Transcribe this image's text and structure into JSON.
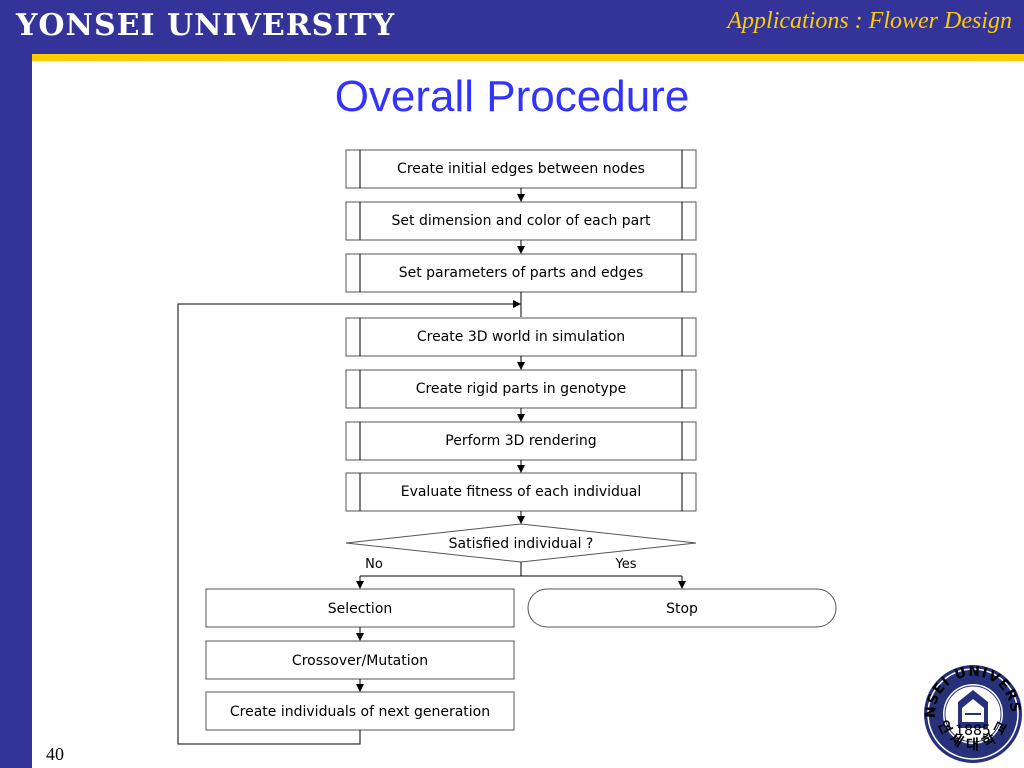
{
  "header": {
    "university": "YONSEI UNIVERSITY",
    "subject": "Applications : Flower Design"
  },
  "slide": {
    "title": "Overall Procedure",
    "page_number": "40"
  },
  "flowchart": {
    "steps": [
      "Create initial edges between nodes",
      "Set dimension and color of each part",
      "Set parameters of parts and edges",
      "Create 3D world in simulation",
      "Create rigid parts in genotype",
      "Perform 3D rendering",
      "Evaluate fitness of each individual"
    ],
    "decision": "Satisfied individual ?",
    "branch_no": "No",
    "branch_yes": "Yes",
    "loop_steps": [
      "Selection",
      "Crossover/Mutation",
      "Create individuals of next generation"
    ],
    "terminal": "Stop"
  },
  "seal": {
    "top_text": "YONSEI UNIVERSITY",
    "year": "1885",
    "bottom_text": "연 세 대 학 교"
  },
  "colors": {
    "header_bar": "#333399",
    "accent_line": "#ffcc00",
    "title": "#3333ff"
  }
}
